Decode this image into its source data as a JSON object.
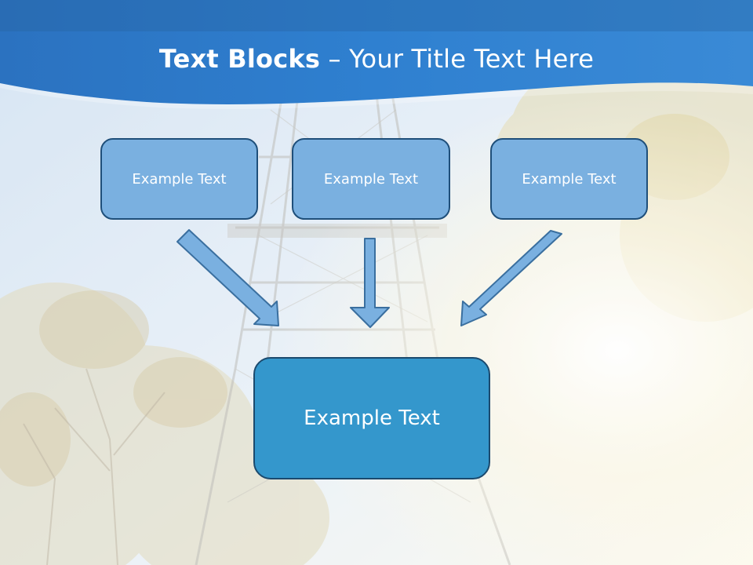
{
  "title": {
    "bold": "Text Blocks",
    "separator": " – ",
    "rest": "Your Title Text Here"
  },
  "blocks": [
    {
      "label": "Example Text"
    },
    {
      "label": "Example Text"
    },
    {
      "label": "Example Text"
    }
  ],
  "main_block": {
    "label": "Example Text"
  },
  "colors": {
    "header_blue": "#2f7fce",
    "box_fill": "#7ab0e0",
    "box_border": "#1f4f7a",
    "main_fill": "#3497cc",
    "arrow_fill": "#7ab0e0",
    "arrow_stroke": "#3a6f9f"
  }
}
